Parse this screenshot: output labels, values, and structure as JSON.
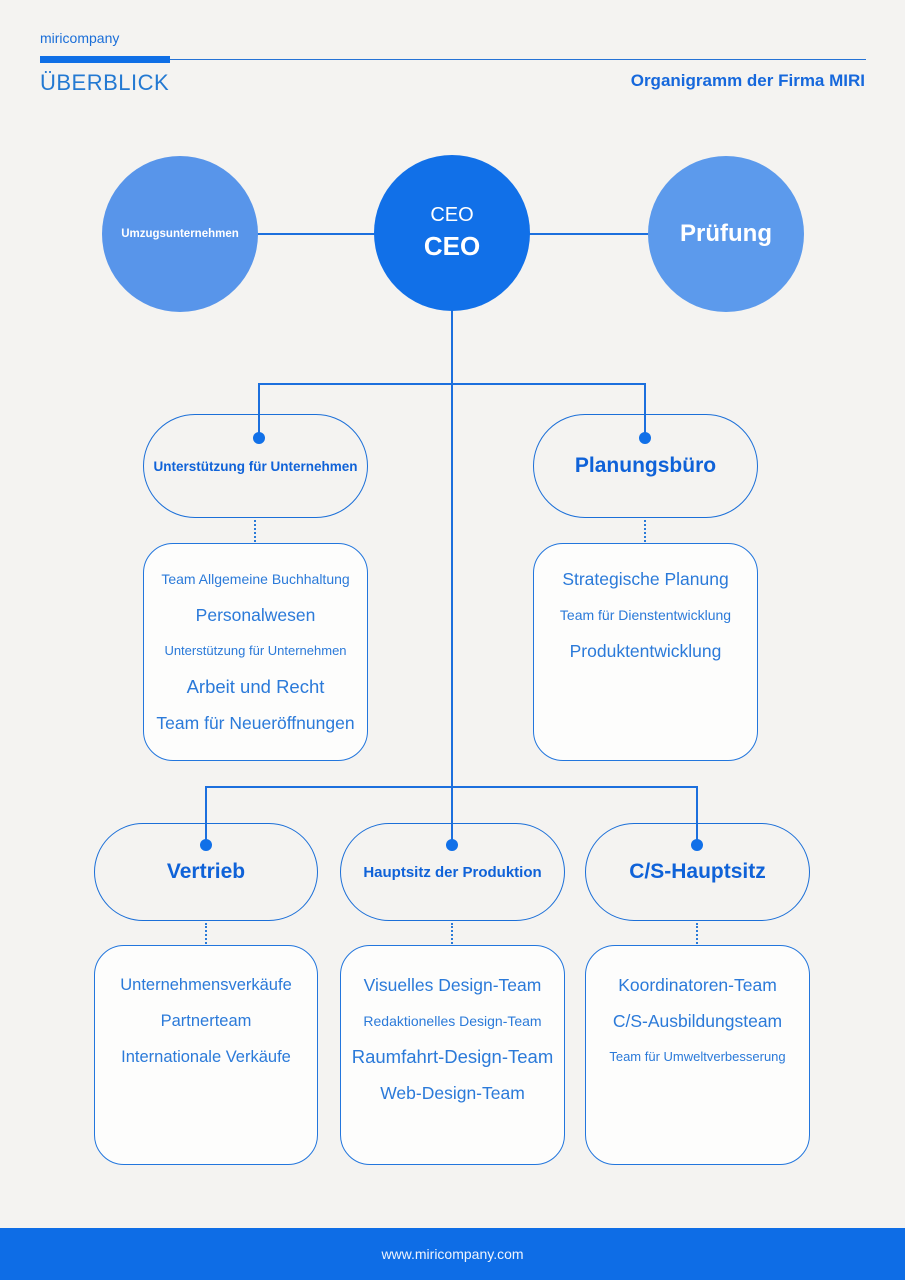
{
  "header": {
    "brand": "miricompany",
    "page_title": "ÜBERBLICK",
    "doc_title": "Organigramm der Firma MIRI"
  },
  "top": {
    "left_circle": {
      "label": "Umzugsunternehmen"
    },
    "center_circle": {
      "line1": "CEO",
      "line2": "CEO"
    },
    "right_circle": {
      "label": "Prüfung"
    }
  },
  "level2": [
    {
      "title": "Unterstützung für Unternehmen",
      "items": [
        "Team Allgemeine Buchhaltung",
        "Personalwesen",
        "Unterstützung für Unternehmen",
        "Arbeit und Recht",
        "Team für Neueröffnungen"
      ]
    },
    {
      "title": "Planungsbüro",
      "items": [
        "Strategische Planung",
        "Team für Dienstentwicklung",
        "Produktentwicklung"
      ]
    }
  ],
  "level3": [
    {
      "title": "Vertrieb",
      "items": [
        "Unternehmensverkäufe",
        "Partnerteam",
        "Internationale Verkäufe"
      ]
    },
    {
      "title": "Hauptsitz der Produktion",
      "items": [
        "Visuelles Design-Team",
        "Redaktionelles Design-Team",
        "Raumfahrt-Design-Team",
        "Web-Design-Team"
      ]
    },
    {
      "title": "C/S-Hauptsitz",
      "items": [
        "Koordinatoren-Team",
        "C/S-Ausbildungsteam",
        "Team für Umweltverbesserung"
      ]
    }
  ],
  "footer": {
    "url": "www.miricompany.com"
  },
  "colors": {
    "primary_blue": "#1170e8",
    "light_blue_circle": "#5895ea",
    "line_blue": "#1c6fdd",
    "text_blue": "#2b7ad9",
    "background": "#f4f3f1",
    "footer_blue": "#0e6de6"
  }
}
